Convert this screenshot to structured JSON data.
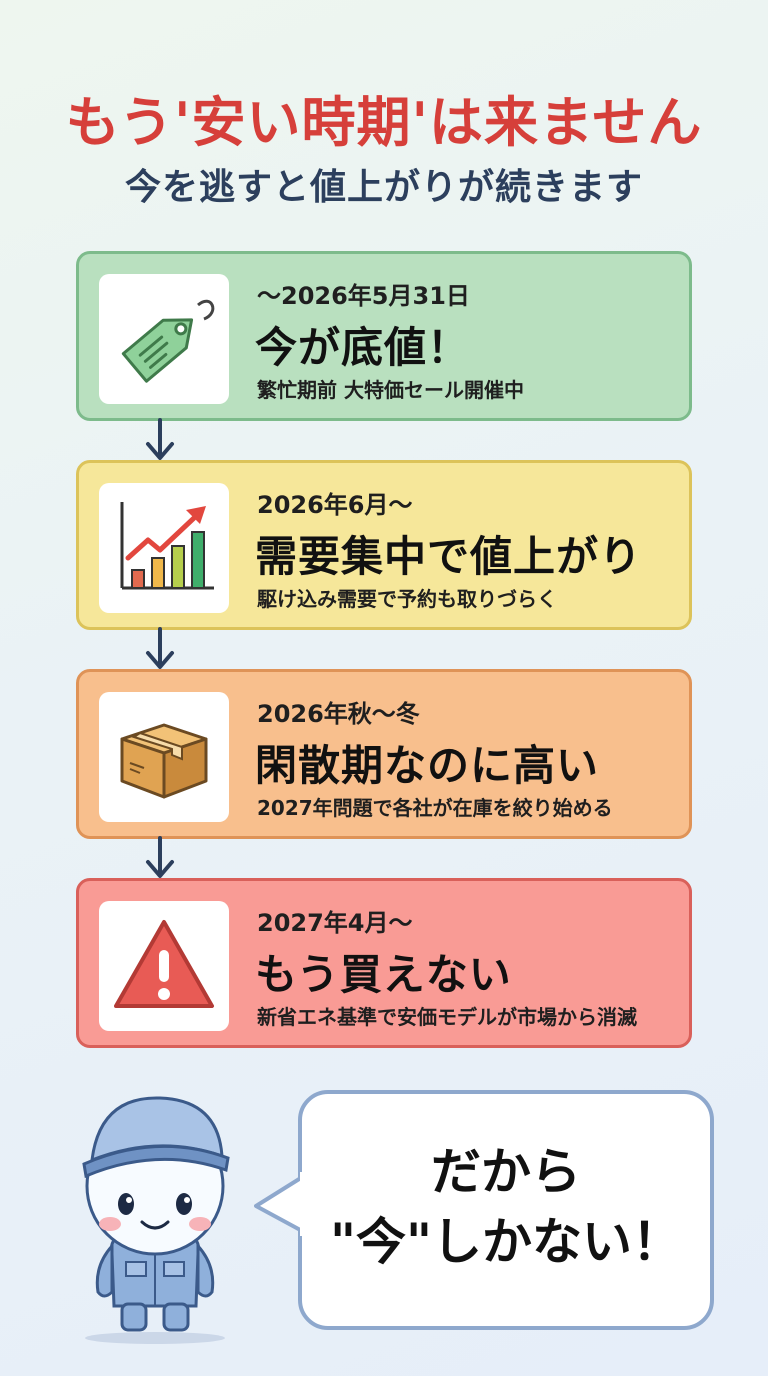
{
  "header": {
    "title": "もう'安い時期'は来ません",
    "subtitle": "今を逃すと値上がりが続きます"
  },
  "timeline": [
    {
      "period": "～2026年5月31日",
      "headline": "今が底値！",
      "description": "繁忙期前 大特価セール開催中",
      "icon": "price-tag-icon",
      "color": "#b9e0bf"
    },
    {
      "period": "2026年6月～",
      "headline": "需要集中で値上がり",
      "description": "駆け込み需要で予約も取りづらく",
      "icon": "rising-chart-icon",
      "color": "#f6e79a"
    },
    {
      "period": "2026年秋～冬",
      "headline": "閑散期なのに高い",
      "description": "2027年問題で各社が在庫を絞り始める",
      "icon": "cardboard-box-icon",
      "color": "#f8bf8d"
    },
    {
      "period": "2027年4月～",
      "headline": "もう買えない",
      "description": "新省エネ基準で安価モデルが市場から消滅",
      "icon": "warning-icon",
      "color": "#f99b95"
    }
  ],
  "callout": {
    "line1": "だから",
    "line2": "\"今\"しかない！"
  },
  "colors": {
    "title": "#d63f3a",
    "subtitle": "#2c3f5d",
    "arrow": "#2c3f5d"
  }
}
